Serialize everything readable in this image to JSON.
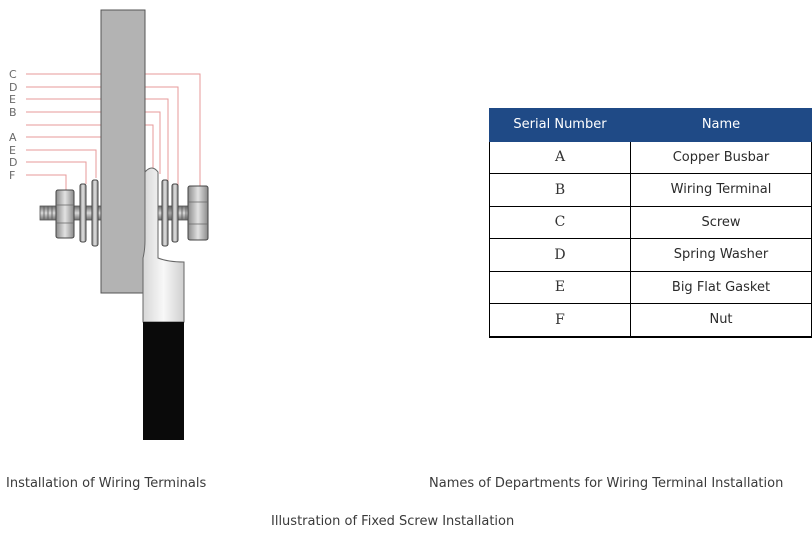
{
  "diagram": {
    "callouts": [
      {
        "id": "callout-c-1",
        "letter": "C"
      },
      {
        "id": "callout-d-1",
        "letter": "D"
      },
      {
        "id": "callout-e-1",
        "letter": "E"
      },
      {
        "id": "callout-b",
        "letter": "B"
      },
      {
        "id": "callout-a",
        "letter": "A"
      },
      {
        "id": "callout-e-2",
        "letter": "E"
      },
      {
        "id": "callout-d-2",
        "letter": "D"
      },
      {
        "id": "callout-f",
        "letter": "F"
      }
    ],
    "colors": {
      "busbar": "#b3b3b3",
      "leader": "#e79a9a",
      "cable": "#0a0a0a",
      "metal": "#9a9a9a"
    }
  },
  "table": {
    "header_color": "#1f4a86",
    "headers": [
      "Serial Number",
      "Name"
    ],
    "rows": [
      {
        "serial": "A",
        "name": "Copper Busbar"
      },
      {
        "serial": "B",
        "name": "Wiring Terminal"
      },
      {
        "serial": "C",
        "name": "Screw"
      },
      {
        "serial": "D",
        "name": "Spring Washer"
      },
      {
        "serial": "E",
        "name": "Big Flat Gasket"
      },
      {
        "serial": "F",
        "name": "Nut"
      }
    ]
  },
  "captions": {
    "left": "Installation of Wiring Terminals",
    "right": "Names of Departments for Wiring Terminal Installation",
    "bottom": "Illustration of Fixed Screw Installation"
  }
}
